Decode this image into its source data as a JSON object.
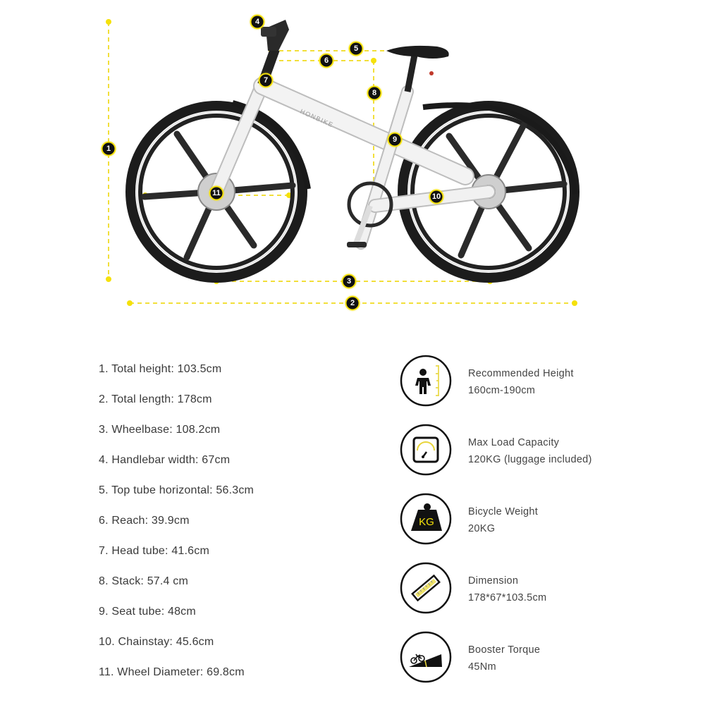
{
  "diagram": {
    "brand_text": "HONBIKE",
    "accent_color": "#f5e10a",
    "marker_color": "#111111",
    "markers": [
      {
        "id": "1",
        "label": "1"
      },
      {
        "id": "2",
        "label": "2"
      },
      {
        "id": "3",
        "label": "3"
      },
      {
        "id": "4",
        "label": "4"
      },
      {
        "id": "5",
        "label": "5"
      },
      {
        "id": "6",
        "label": "6"
      },
      {
        "id": "7",
        "label": "7"
      },
      {
        "id": "8",
        "label": "8"
      },
      {
        "id": "9",
        "label": "9"
      },
      {
        "id": "10",
        "label": "10"
      },
      {
        "id": "11",
        "label": "11"
      }
    ]
  },
  "specs": [
    "1. Total height: 103.5cm",
    "2. Total length: 178cm",
    "3. Wheelbase: 108.2cm",
    "4. Handlebar width: 67cm",
    "5. Top tube horizontal: 56.3cm",
    "6. Reach: 39.9cm",
    "7. Head tube: 41.6cm",
    "8. Stack: 57.4 cm",
    "9. Seat tube: 48cm",
    "10. Chainstay: 45.6cm",
    "11. Wheel Diameter: 69.8cm"
  ],
  "features": [
    {
      "icon": "person-height-icon",
      "title": "Recommended Height",
      "value": "160cm-190cm"
    },
    {
      "icon": "scale-gauge-icon",
      "title": "Max Load Capacity",
      "value": "120KG (luggage included)"
    },
    {
      "icon": "kg-weight-icon",
      "title": "Bicycle Weight",
      "value": "20KG",
      "icon_text": "KG"
    },
    {
      "icon": "ruler-icon",
      "title": "Dimension",
      "value": "178*67*103.5cm"
    },
    {
      "icon": "bike-incline-icon",
      "title": "Booster Torque",
      "value": "45Nm"
    }
  ]
}
